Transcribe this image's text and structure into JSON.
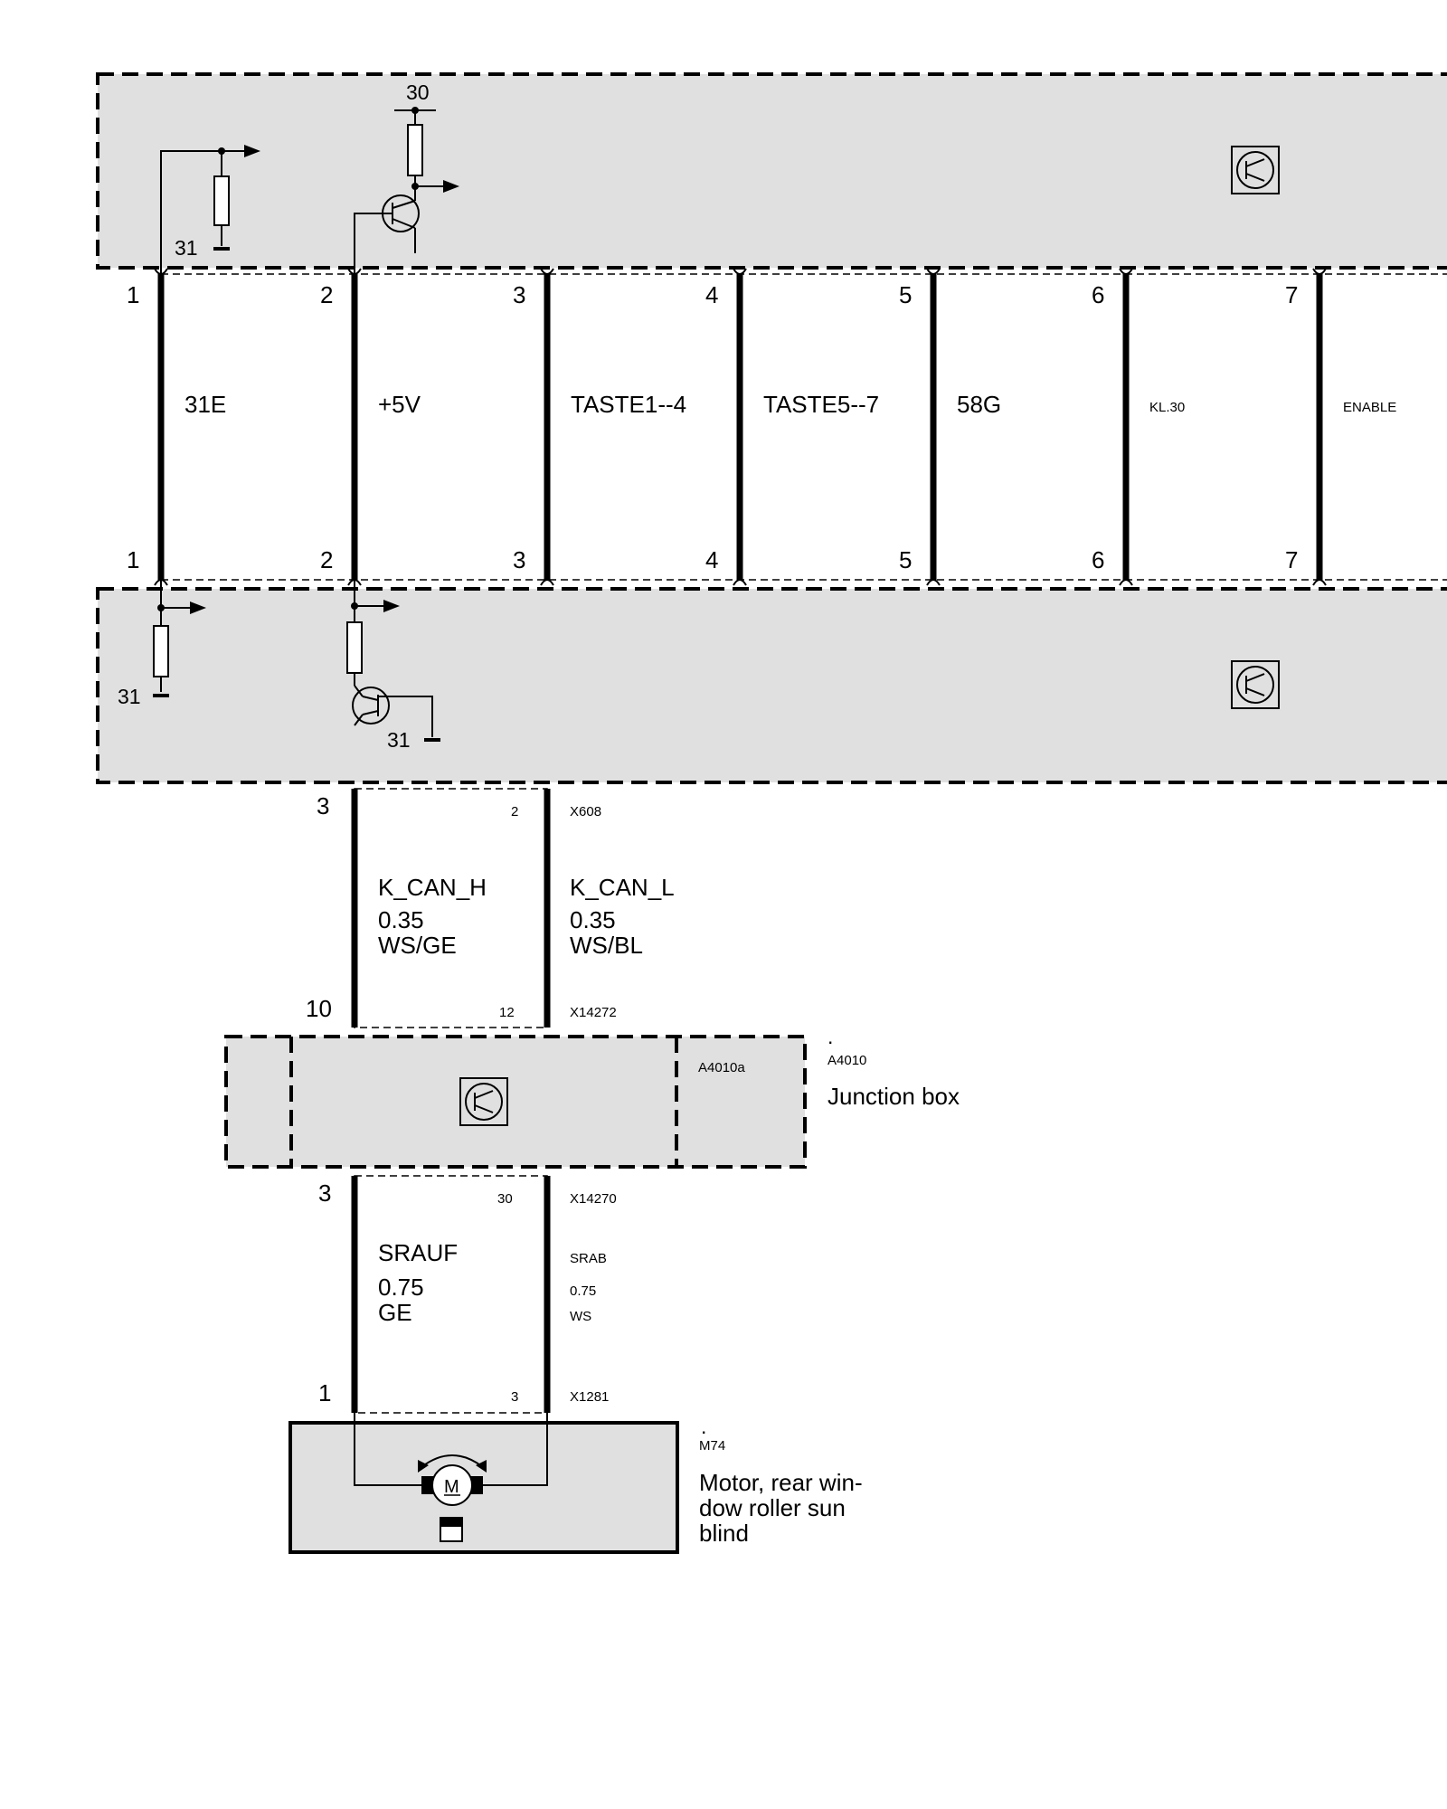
{
  "top_bus": {
    "pins_top": [
      "1",
      "2",
      "3",
      "4",
      "5",
      "6",
      "7"
    ],
    "pins_bottom": [
      "1",
      "2",
      "3",
      "4",
      "5",
      "6",
      "7"
    ],
    "signals": [
      "31E",
      "+5V",
      "TASTE1--4",
      "TASTE5--7",
      "58G",
      "KL.30",
      "ENABLE"
    ]
  },
  "top_module": {
    "supply_label": "30",
    "ground_label": "31"
  },
  "middle_module": {
    "ground_label_1": "31",
    "ground_label_2": "31"
  },
  "can_section": {
    "left_pin_top": "3",
    "right_pin_top": "2",
    "connector_top": "X608",
    "left_signal": "K_CAN_H",
    "left_gauge": "0.35",
    "left_color": "WS/GE",
    "right_signal": "K_CAN_L",
    "right_gauge": "0.35",
    "right_color": "WS/BL",
    "left_pin_bottom": "10",
    "right_pin_bottom": "12",
    "connector_bottom": "X14272"
  },
  "junction_box": {
    "dot": ".",
    "id": "A4010",
    "sub_id": "A4010a",
    "name": "Junction box"
  },
  "motor_section": {
    "left_pin_top": "3",
    "right_pin_top": "30",
    "connector_top": "X14270",
    "left_signal": "SRAUF",
    "left_gauge": "0.75",
    "left_color": "GE",
    "right_signal": "SRAB",
    "right_gauge": "0.75",
    "right_color": "WS",
    "left_pin_bottom": "1",
    "right_pin_bottom": "3",
    "connector_bottom": "X1281"
  },
  "motor": {
    "dot": ".",
    "id": "M74",
    "name_line1": "Motor, rear win-",
    "name_line2": "dow roller sun",
    "name_line3": "blind",
    "symbol_letter": "M"
  }
}
